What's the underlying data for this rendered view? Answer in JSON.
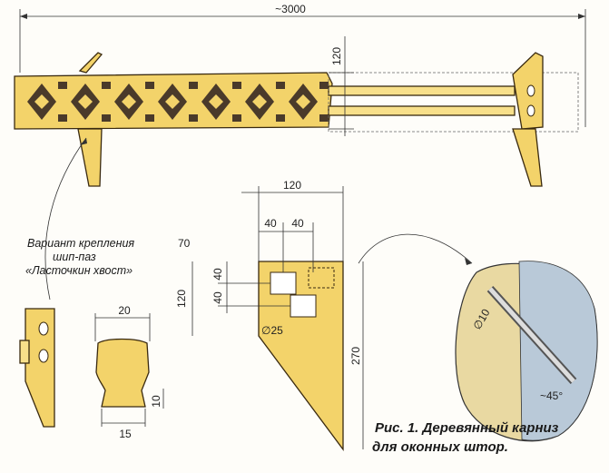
{
  "dimensions": {
    "total_length": "~3000",
    "rail_height": "120",
    "bracket_width": "120",
    "hole_offset_a": "40",
    "hole_offset_b": "40",
    "vert_40_a": "40",
    "vert_40_b": "40",
    "vert_120": "120",
    "hole_diameter": "∅25",
    "bracket_height": "270",
    "dovetail_top": "20",
    "dovetail_bottom": "15",
    "dovetail_height": "10",
    "screw_diameter": "∅10",
    "screw_angle": "~45°",
    "small_mark": "70"
  },
  "note_lines": [
    "Вариант крепления",
    "шип-паз",
    "«Ласточкин хвост»"
  ],
  "caption_lines": [
    "Рис. 1. Деревянный карниз",
    "для оконных штор."
  ],
  "colors": {
    "wood": "#f3d36a",
    "pattern": "#4a3a2a",
    "wall": "#b9c9d8"
  }
}
